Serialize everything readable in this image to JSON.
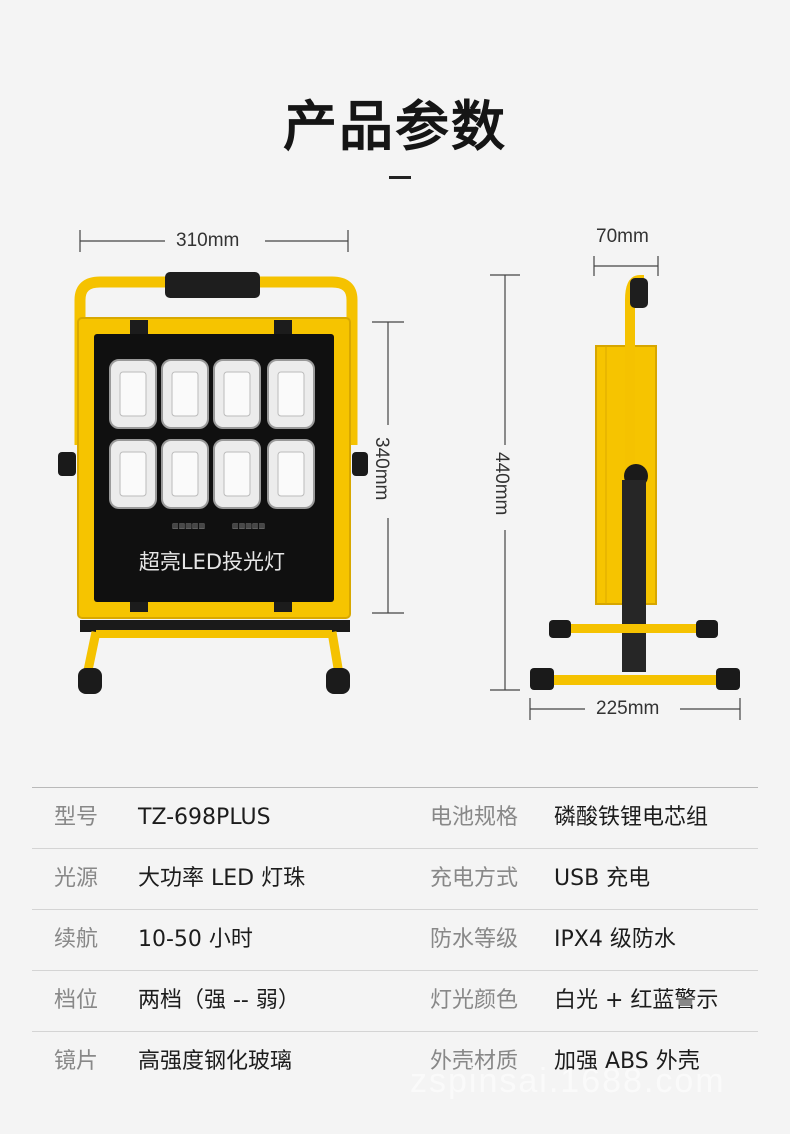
{
  "page": {
    "title": "产品参数"
  },
  "dimensions": {
    "front_width": "310mm",
    "front_height": "340mm",
    "side_depth": "70mm",
    "side_height": "440mm",
    "side_base_width": "225mm"
  },
  "product": {
    "panel_text": "超亮LED投光灯",
    "panel_small_left": "▥▥▥▥▥",
    "panel_small_right": "▥▥▥▥▥",
    "colors": {
      "body": "#f6c400",
      "panel": "#111111",
      "handle_grip": "#1e1e1e"
    }
  },
  "specs": {
    "rows": [
      {
        "k1": "型号",
        "v1": "TZ-698PLUS",
        "k2": "电池规格",
        "v2": "磷酸铁锂电芯组"
      },
      {
        "k1": "光源",
        "v1": "大功率 LED 灯珠",
        "k2": "充电方式",
        "v2": "USB 充电"
      },
      {
        "k1": "续航",
        "v1": "10-50 小时",
        "k2": "防水等级",
        "v2": "IPX4 级防水"
      },
      {
        "k1": "档位",
        "v1": "两档（强 -- 弱）",
        "k2": "灯光颜色",
        "v2": "白光 + 红蓝警示"
      },
      {
        "k1": "镜片",
        "v1": "高强度钢化玻璃",
        "k2": "外壳材质",
        "v2": "加强 ABS 外壳"
      }
    ]
  },
  "watermark": {
    "text": "zspinsai.1688.com"
  }
}
